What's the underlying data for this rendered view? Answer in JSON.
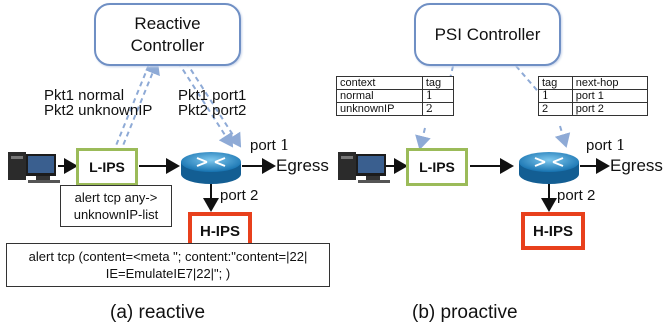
{
  "reactive": {
    "controller_label": "Reactive\nController",
    "pkt_left_1": "Pkt1 normal",
    "pkt_left_2": "Pkt2 unknownIP",
    "pkt_right_1": "Pkt1 port1",
    "pkt_right_2": "Pkt2 port2",
    "lips_label": "L-IPS",
    "hips_label": "H-IPS",
    "lips_rule": "alert tcp any->\nunknownIP-list",
    "hips_rule": "alert tcp (content=<meta \";  content:\"content=|22|\nIE=EmulateIE7|22|\"; )",
    "port1_label": "port",
    "port1_num": "1",
    "port2_label": "port 2",
    "egress_label": "Egress",
    "caption": "(a) reactive"
  },
  "proactive": {
    "controller_label": "PSI Controller",
    "context_table": {
      "headers": [
        "context",
        "tag"
      ],
      "rows": [
        [
          "normal",
          "1"
        ],
        [
          "unknownIP",
          "2"
        ]
      ]
    },
    "nexthop_table": {
      "headers": [
        "tag",
        "next-hop"
      ],
      "rows": [
        [
          "1",
          "port 1"
        ],
        [
          "2",
          "port 2"
        ]
      ]
    },
    "lips_label": "L-IPS",
    "hips_label": "H-IPS",
    "port1_label": "port",
    "port1_num": "1",
    "port2_label": "port 2",
    "egress_label": "Egress",
    "caption": "(b) proactive"
  },
  "colors": {
    "controller_border": "#6f8fc4",
    "lips_border": "#9bbb59",
    "hips_border": "#e8401c",
    "router_fill": "#1f8fc9",
    "dashed_arrow": "#8eaad6"
  },
  "icons": [
    "computer-icon",
    "router-icon"
  ]
}
